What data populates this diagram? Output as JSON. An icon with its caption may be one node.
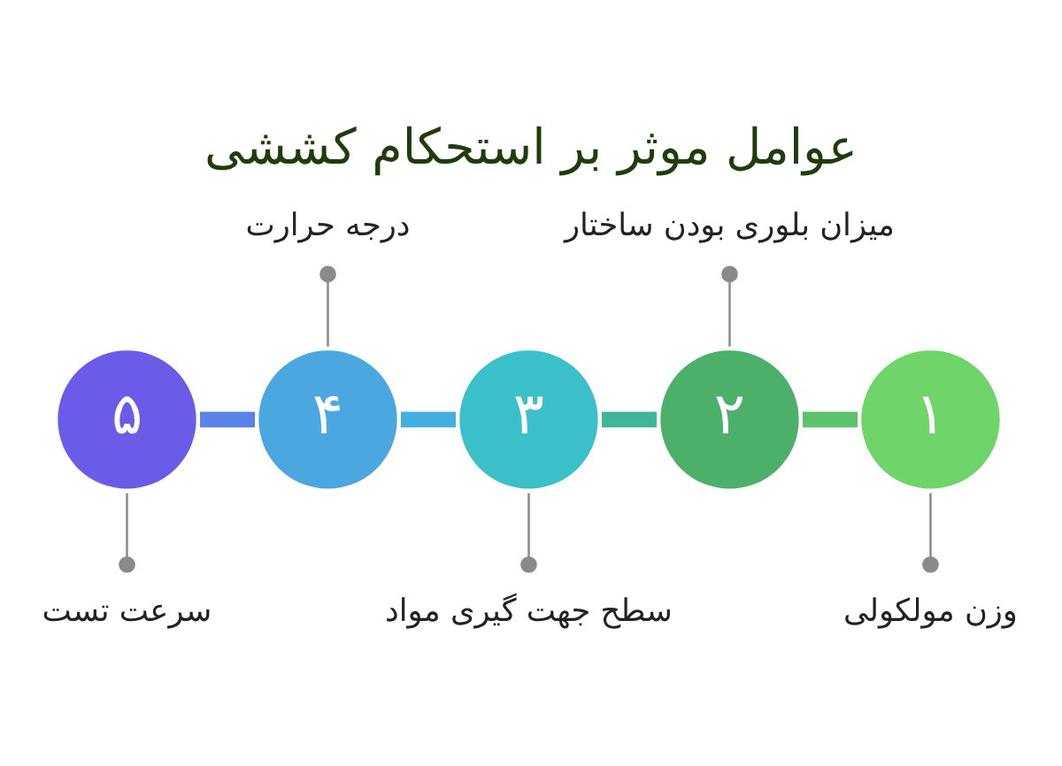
{
  "diagram": {
    "title": "عوامل موثر بر استحکام کششی",
    "nodes": [
      {
        "text": [
          "۱"
        ]
      },
      {
        "text": [
          "۲"
        ]
      },
      {
        "text": [
          "۳"
        ]
      },
      {
        "text": [
          "۴"
        ]
      },
      {
        "text": [
          "۵"
        ]
      },
      {
        "text": [
          "میزان بلوری بودن ساختار"
        ]
      },
      {
        "text": [
          "درجه حرارت"
        ]
      },
      {
        "text": [
          "وزن مولکولی"
        ]
      },
      {
        "text": [
          "سطح جهت گیری مواد"
        ]
      },
      {
        "text": [
          "سرعت تست"
        ]
      }
    ],
    "edges": [
      {
        "from": 0,
        "to": 1,
        "arrow": "none",
        "style": "thick",
        "color": "#5cc36a"
      },
      {
        "from": 1,
        "to": 2,
        "arrow": "none",
        "style": "thick",
        "color": "#3fb59a"
      },
      {
        "from": 2,
        "to": 3,
        "arrow": "none",
        "style": "thick",
        "color": "#45aee0"
      },
      {
        "from": 3,
        "to": 4,
        "arrow": "none",
        "style": "thick",
        "color": "#5b82e8"
      },
      {
        "from": 5,
        "to": 1,
        "arrow": "other"
      },
      {
        "from": 6,
        "to": 3,
        "arrow": "other"
      },
      {
        "from": 7,
        "to": 0,
        "arrow": "other"
      },
      {
        "from": 8,
        "to": 2,
        "arrow": "other"
      },
      {
        "from": 9,
        "to": 4,
        "arrow": "other"
      }
    ]
  }
}
